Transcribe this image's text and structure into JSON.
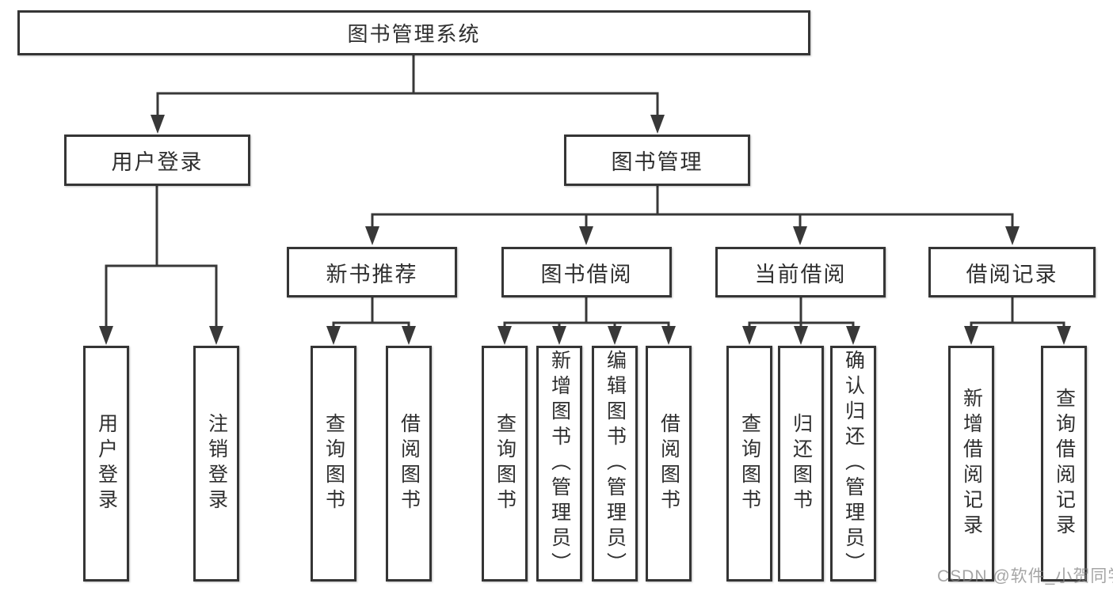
{
  "colors": {
    "line": "#383838",
    "box_border": "#353535",
    "text": "#2f2f2f",
    "watermark": "#828282",
    "background": "#ffffff"
  },
  "diagram": {
    "nodes": {
      "root": {
        "label": "图书管理系统"
      },
      "user_login": {
        "label": "用户登录"
      },
      "book_mgmt": {
        "label": "图书管理"
      },
      "new_book_rec": {
        "label": "新书推荐"
      },
      "book_borrow": {
        "label": "图书借阅"
      },
      "current_borrow": {
        "label": "当前借阅"
      },
      "borrow_records": {
        "label": "借阅记录"
      },
      "leaf_user_login": {
        "label": "用户登录"
      },
      "leaf_logout": {
        "label": "注销登录"
      },
      "leaf_query_book_1": {
        "label": "查询图书"
      },
      "leaf_borrow_book_1": {
        "label": "借阅图书"
      },
      "leaf_query_book_2": {
        "label": "查询图书"
      },
      "leaf_add_book": {
        "label": "新增图书（管理员）"
      },
      "leaf_edit_book": {
        "label": "编辑图书（管理员）"
      },
      "leaf_borrow_book_2": {
        "label": "借阅图书"
      },
      "leaf_query_book_3": {
        "label": "查询图书"
      },
      "leaf_return_book": {
        "label": "归还图书"
      },
      "leaf_confirm_return": {
        "label": "确认归还（管理员）"
      },
      "leaf_add_record": {
        "label": "新增借阅记录"
      },
      "leaf_query_record": {
        "label": "查询借阅记录"
      }
    },
    "watermark": "CSDN @软件_小贺同学"
  }
}
